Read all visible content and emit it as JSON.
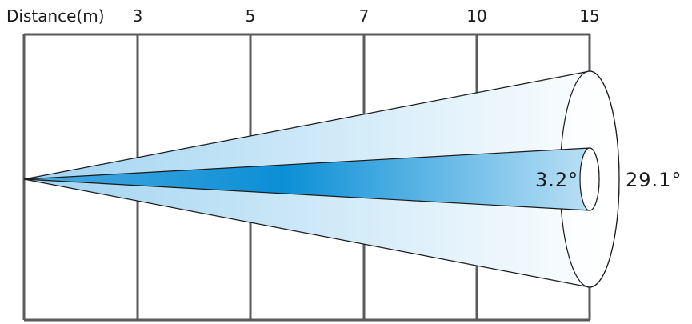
{
  "header": {
    "distance_label": "Distance(m)"
  },
  "distance_ticks": [
    "3",
    "5",
    "7",
    "10",
    "15"
  ],
  "beams": {
    "inner_angle": "3.2°",
    "outer_angle": "29.1°"
  },
  "colors": {
    "grid_line": "#5a5a5a",
    "beam_outline": "#1a1a1a",
    "inner_beam_dark": "#0b8fd6",
    "inner_beam_light": "#bfe2f6",
    "outer_beam_light": "#dff0fb",
    "outer_beam_fade": "#ffffff"
  }
}
